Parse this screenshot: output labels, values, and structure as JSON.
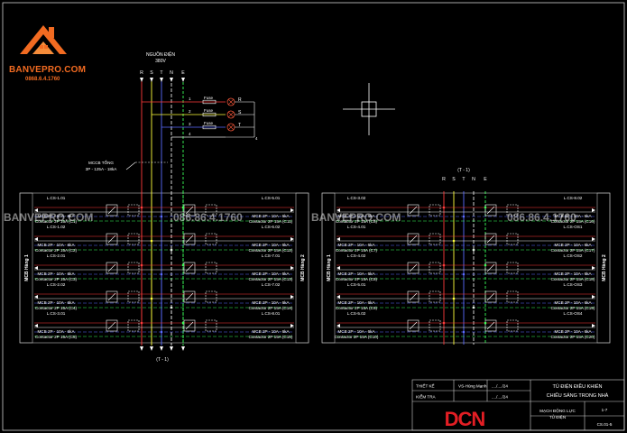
{
  "logo": {
    "brand": "BANVEPRO.COM",
    "phone": "0868.6.4.1760"
  },
  "source": {
    "title": "NGUỒN ĐIỆN",
    "voltage": "380V",
    "phases": [
      "R",
      "S",
      "T",
      "N",
      "E"
    ]
  },
  "fuse_rows": [
    {
      "num": "1",
      "label": "Fuse",
      "lamp": "R"
    },
    {
      "num": "2",
      "label": "Fuse",
      "lamp": "S"
    },
    {
      "num": "3",
      "label": "Fuse",
      "lamp": "T"
    },
    {
      "num": "4",
      "label": "",
      "lamp": ""
    }
  ],
  "fuse_extra_num": "4",
  "mccb": {
    "title": "MCCB TỔNG",
    "spec": "3P - 125A - 18kA"
  },
  "bottom_ref": "(T - 1)",
  "right_top_ref": "(T - 1)",
  "right_phases": [
    "R",
    "S",
    "T",
    "N",
    "E"
  ],
  "panel_left": {
    "side_left": "MCB Hàng 1",
    "side_right": "MCB Hàng 2",
    "left_blocks": [
      {
        "code": "L.CS-1.01",
        "mcb": "MCB 2P - 10A - 6kA",
        "contactor": "Contactor 2P 15A (C1)"
      },
      {
        "code": "L.CS-1.02",
        "mcb": "MCB 2P - 10A - 6kA",
        "contactor": "Contactor 2P 15A (C2)"
      },
      {
        "code": "L.CS-2.01",
        "mcb": "MCB 2P - 10A - 6kA",
        "contactor": "Contactor 2P 15A (C3)"
      },
      {
        "code": "L.CS-2.02",
        "mcb": "MCB 2P - 10A - 6kA",
        "contactor": "Contactor 2P 15A (C4)"
      },
      {
        "code": "L.CS-3.01",
        "mcb": "MCB 2P - 10A - 6kA",
        "contactor": "Contactor 2P 15A (C5)"
      }
    ],
    "right_blocks": [
      {
        "code": "L.CS-5.01",
        "mcb": "MCB 2P - 10A - 6kA",
        "contactor": "Contactor 2P 15A (C11)"
      },
      {
        "code": "L.CS-6.02",
        "mcb": "MCB 2P - 10A - 6kA",
        "contactor": "Contactor 2P 15A (C12)"
      },
      {
        "code": "L.CS-7.01",
        "mcb": "MCB 2P - 10A - 6kA",
        "contactor": "Contactor 2P 15A (C13)"
      },
      {
        "code": "L.CS-7.02",
        "mcb": "MCB 2P - 10A - 6kA",
        "contactor": "Contactor 2P 15A (C14)"
      },
      {
        "code": "L.CS-8.01",
        "mcb": "MCB 2P - 10A - 6kA",
        "contactor": "Contactor 2P 15A (C15)"
      }
    ]
  },
  "panel_right": {
    "side_left": "MCB Hàng 1",
    "side_right": "MCB Hàng 2",
    "left_blocks": [
      {
        "code": "L.CS-3.02",
        "mcb": "MCB 2P - 10A - 6kA",
        "contactor": "Contactor 2P 15A (C6)"
      },
      {
        "code": "L.CS-4.01",
        "mcb": "MCB 2P - 10A - 6kA",
        "contactor": "Contactor 2P 15A (C7)"
      },
      {
        "code": "L.CS-4.02",
        "mcb": "MCB 2P - 10A - 6kA",
        "contactor": "Contactor 2P 15A (C8)"
      },
      {
        "code": "L.CS-5.01",
        "mcb": "MCB 2P - 10A - 6kA",
        "contactor": "Contactor 2P 15A (C9)"
      },
      {
        "code": "L.CS-5.02",
        "mcb": "MCB 2P - 10A - 6kA",
        "contactor": "Contactor 2P 15A (C10)"
      }
    ],
    "right_blocks": [
      {
        "code": "L.CS-8.02",
        "mcb": "MCB 2P - 10A - 6kA",
        "contactor": "Contactor 2P 15A (C16)"
      },
      {
        "code": "L.CS-OS1",
        "mcb": "MCB 2P - 10A - 6kA",
        "contactor": "Contactor 2P 15A (C17)"
      },
      {
        "code": "L.CS-OS2",
        "mcb": "MCB 2P - 10A - 6kA",
        "contactor": "Contactor 2P 15A (C18)"
      },
      {
        "code": "L.CS-OS3",
        "mcb": "MCB 2P - 10A - 6kA",
        "contactor": "Contactor 2P 15A (C19)"
      },
      {
        "code": "L.CS-OS4",
        "mcb": "MCB 2P - 10A - 6kA",
        "contactor": "Contactor 2P 15A (C20)"
      }
    ]
  },
  "watermark": {
    "site": "BANVEPRO.COM",
    "phone": "086.86.4.1760"
  },
  "title_block": {
    "designed_label": "THIẾT KẾ",
    "designer": "VS-Hùng Mạnh",
    "designed_date": "..../..../24",
    "checked_label": "KIỂM TRA",
    "checker": "",
    "checked_date": "..../..../24",
    "company": "DCN",
    "project1": "TỦ ĐIỆN ĐIỀU KHIỂN",
    "project2": "CHIẾU SÁNG TRONG NHÀ",
    "drawing": "MẠCH ĐỘNG LỰC",
    "drawing2": "TỦ ĐIỆN",
    "scale": "1-7",
    "sheet": "CS.01-5"
  },
  "colors": {
    "R": "#ff3b3b",
    "S": "#ffff3b",
    "T": "#5a6bff",
    "N": "#e8e8e8",
    "E": "#3bff5a",
    "frame": "#d0d0d0",
    "logo": "#f26b21",
    "brand": "#e31e24"
  }
}
